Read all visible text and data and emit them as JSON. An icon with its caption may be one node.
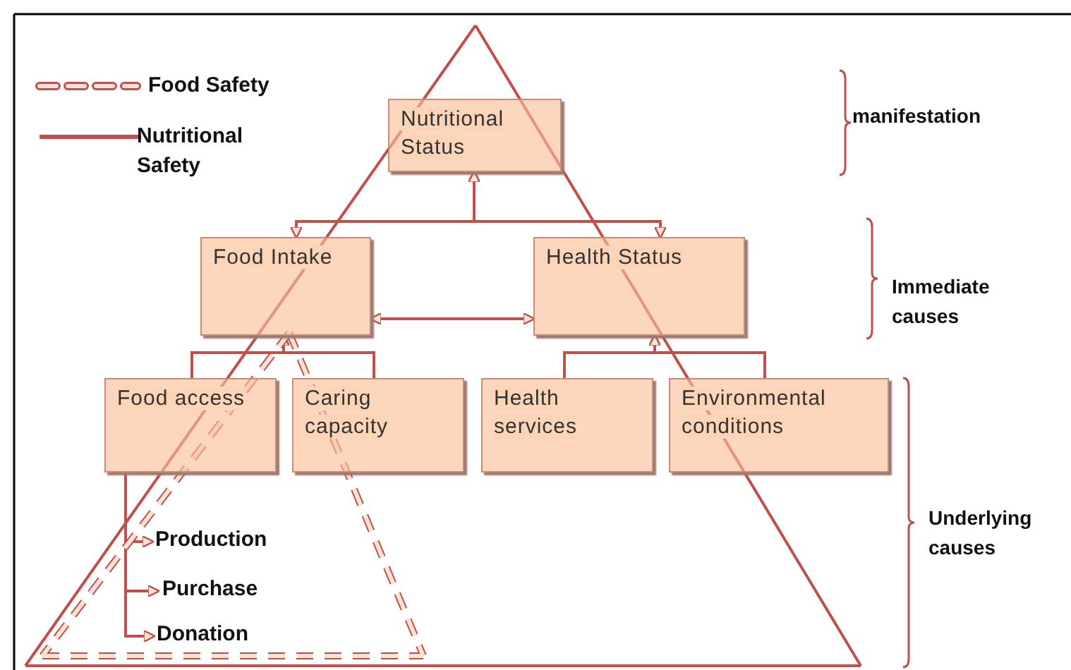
{
  "diagram": {
    "nodes": [
      {
        "text": [
          "Nutritional Status"
        ]
      },
      {
        "text": [
          "Food Intake"
        ]
      },
      {
        "text": [
          "Health Status"
        ]
      },
      {
        "text": [
          "Food access"
        ]
      },
      {
        "text": [
          "Caring capacity"
        ]
      },
      {
        "text": [
          "Health services"
        ]
      },
      {
        "text": [
          "Environmental conditions"
        ]
      },
      {
        "text": [
          "Production"
        ]
      },
      {
        "text": [
          "Purchase"
        ]
      },
      {
        "text": [
          "Donation"
        ]
      }
    ],
    "edges": [
      {
        "from": 0,
        "to": 1,
        "arrow": "both"
      },
      {
        "from": 0,
        "to": 2,
        "arrow": "both"
      },
      {
        "from": 1,
        "to": 2,
        "arrow": "both"
      },
      {
        "from": 3,
        "to": 1,
        "arrow": "to"
      },
      {
        "from": 4,
        "to": 1,
        "arrow": "to"
      },
      {
        "from": 5,
        "to": 2,
        "arrow": "to"
      },
      {
        "from": 6,
        "to": 2,
        "arrow": "to"
      },
      {
        "from": 3,
        "to": 7,
        "arrow": "to"
      },
      {
        "from": 3,
        "to": 8,
        "arrow": "to"
      },
      {
        "from": 3,
        "to": 9,
        "arrow": "to"
      }
    ],
    "labels": [
      "manifestation",
      "Immediate causes",
      "Underlying causes"
    ],
    "legend": [
      {
        "text": "Food Safety"
      },
      {
        "text": "Nutritional Safety"
      }
    ]
  }
}
